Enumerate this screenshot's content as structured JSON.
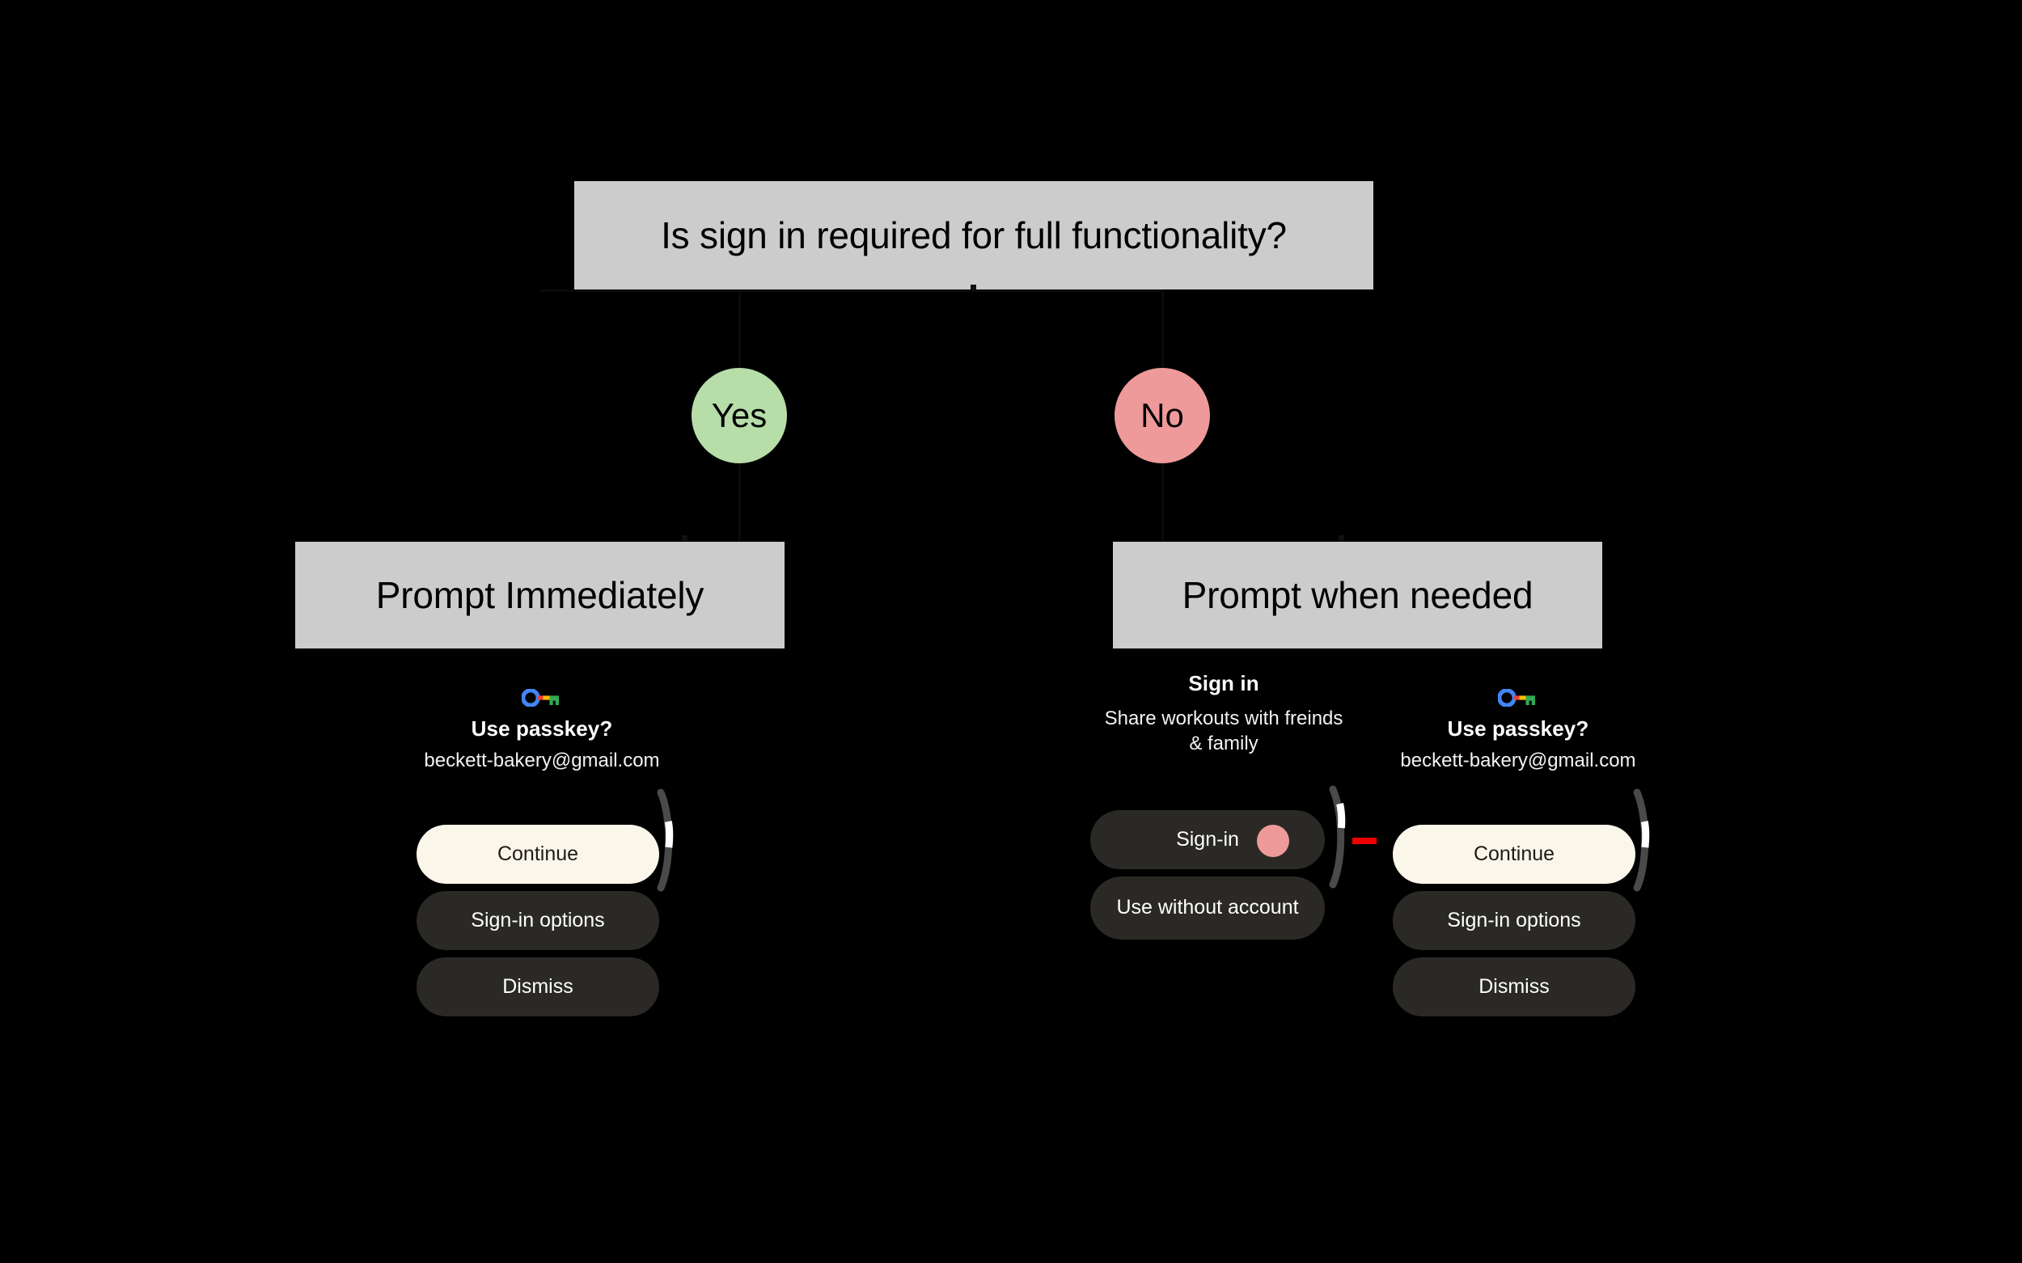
{
  "diagram": {
    "background_color": "#000000",
    "box_fill": "#CCCCCC",
    "question": "Is sign in required for full functionality?",
    "branches": [
      {
        "label": "Yes",
        "color": "#B7DDA9",
        "outcome": "Prompt Immediately"
      },
      {
        "label": "No",
        "color": "#EE9A9A",
        "outcome": "Prompt when needed"
      }
    ],
    "outcome_left": "Prompt Immediately",
    "outcome_right": "Prompt when needed"
  },
  "annotation": {
    "arrow_color": "#EE0000",
    "tap_dot_color": "#EE9A9A"
  },
  "watch_left": {
    "icon": "google-passkey-icon",
    "title": "Use passkey?",
    "subtitle": "beckett-bakery@gmail.com",
    "buttons": [
      {
        "label": "Continue",
        "style": "primary"
      },
      {
        "label": "Sign-in options",
        "style": "secondary"
      },
      {
        "label": "Dismiss",
        "style": "secondary"
      }
    ]
  },
  "watch_middle": {
    "title": "Sign in",
    "subtitle": "Share workouts with freinds & family",
    "buttons": [
      {
        "label": "Sign-in",
        "style": "secondary"
      },
      {
        "label": "Use without account",
        "style": "secondary"
      }
    ]
  },
  "watch_right": {
    "icon": "google-passkey-icon",
    "title": "Use passkey?",
    "subtitle": "beckett-bakery@gmail.com",
    "buttons": [
      {
        "label": "Continue",
        "style": "primary"
      },
      {
        "label": "Sign-in options",
        "style": "secondary"
      },
      {
        "label": "Dismiss",
        "style": "secondary"
      }
    ]
  }
}
